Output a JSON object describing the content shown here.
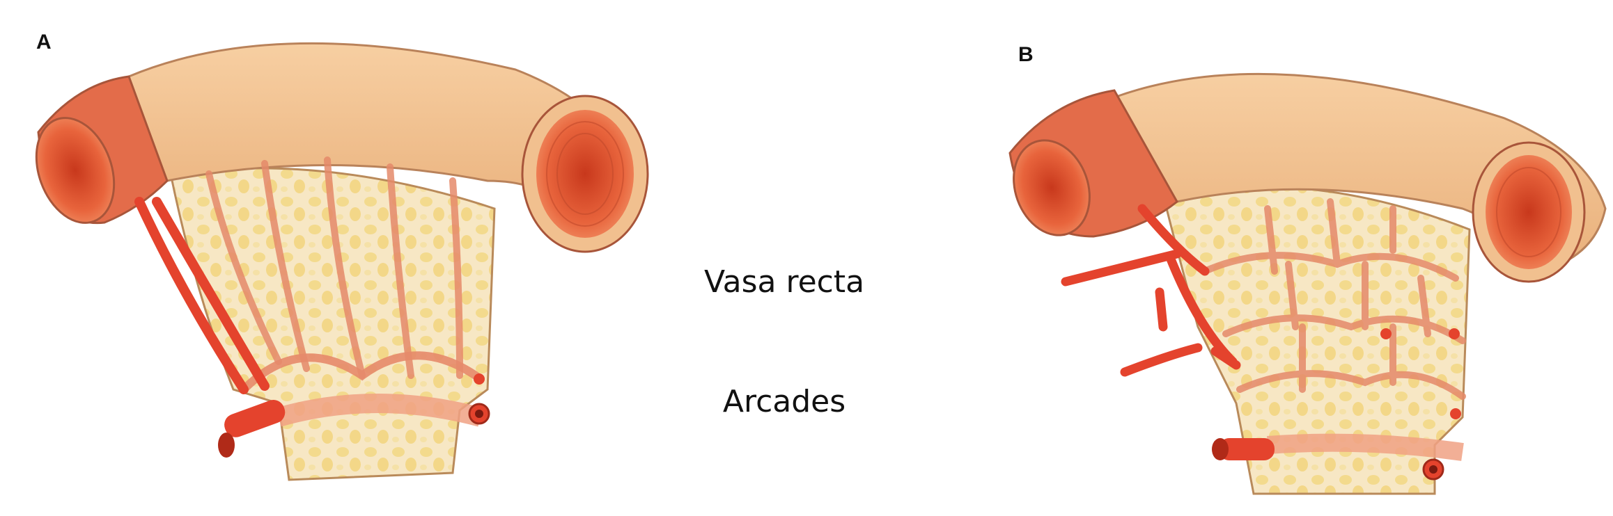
{
  "panels": [
    {
      "letter": "A"
    },
    {
      "letter": "B"
    }
  ],
  "labels": {
    "vasa_recta": "Vasa recta",
    "arcades": "Arcades"
  },
  "colors": {
    "bowel": "#f0c08e",
    "bowel_edge": "#b9825a",
    "lumen": "#e8643c",
    "mesentery_fat": "#f5dc8a",
    "mesentery_tint": "#f7e6c6",
    "vessel": "#e4432d",
    "vessel_light": "#f0a184"
  }
}
